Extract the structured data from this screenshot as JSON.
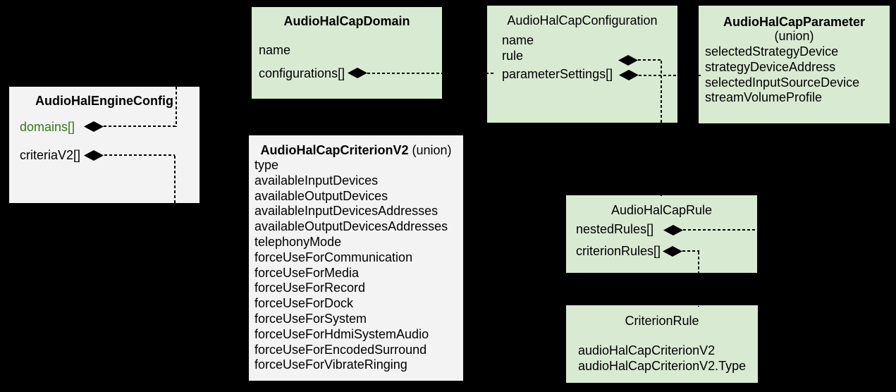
{
  "colors": {
    "background": "#000000",
    "box_green": "#d9ead3",
    "box_gray": "#f3f3f3",
    "text": "#000000",
    "accent_green_field": "#38761d",
    "connector": "#000000"
  },
  "icons": {
    "composition_diamond": "◆"
  },
  "boxes": {
    "engine": {
      "title": "AudioHalEngineConfig",
      "fields": [
        "domains[]",
        "criteriaV2[]"
      ]
    },
    "domain": {
      "title": "AudioHalCapDomain",
      "fields": [
        "name",
        "configurations[]"
      ]
    },
    "configuration": {
      "title": "AudioHalCapConfiguration",
      "fields": [
        "name",
        "rule",
        "parameterSettings[]"
      ]
    },
    "parameter": {
      "title": "AudioHalCapParameter",
      "subtitle": "(union)",
      "fields": [
        "selectedStrategyDevice",
        "strategyDeviceAddress",
        "selectedInputSourceDevice",
        "streamVolumeProfile"
      ]
    },
    "criterion_v2": {
      "title": "AudioHalCapCriterionV2",
      "title_suffix": " (union)",
      "fields": [
        "type",
        "availableInputDevices",
        "availableOutputDevices",
        "availableInputDevicesAddresses",
        "availableOutputDevicesAddresses",
        "telephonyMode",
        "forceUseForCommunication",
        "forceUseForMedia",
        "forceUseForRecord",
        "forceUseForDock",
        "forceUseForSystem",
        "forceUseForHdmiSystemAudio",
        "forceUseForEncodedSurround",
        "forceUseForVibrateRinging"
      ]
    },
    "rule": {
      "title": "AudioHalCapRule",
      "fields": [
        "nestedRules[]",
        "criterionRules[]"
      ]
    },
    "criterion_rule": {
      "title": "CriterionRule",
      "fields": [
        "audioHalCapCriterionV2",
        "audioHalCapCriterionV2.Type"
      ]
    }
  }
}
